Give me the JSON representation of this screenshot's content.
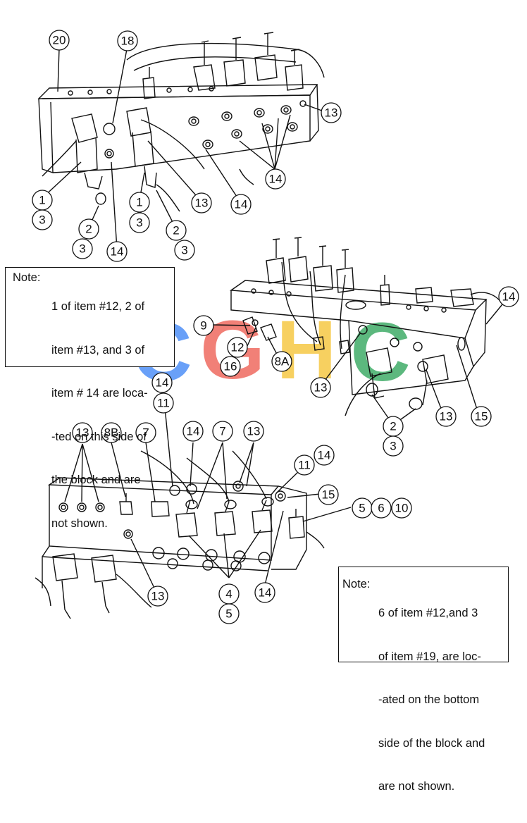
{
  "watermark": {
    "letters": [
      "C",
      "G",
      "H",
      "C"
    ],
    "colors": [
      "#4f8ff7",
      "#ee6a5f",
      "#f6c844",
      "#3fab67"
    ]
  },
  "callouts": [
    "20",
    "18",
    "13",
    "14",
    "1",
    "3",
    "2",
    "3",
    "14",
    "1",
    "3",
    "13",
    "2",
    "3",
    "14",
    "14",
    "9",
    "12",
    "16",
    "8A",
    "13",
    "13",
    "2",
    "3",
    "15",
    "14",
    "11",
    "13",
    "8B",
    "7",
    "14",
    "7",
    "13",
    "11",
    "14",
    "15",
    "5",
    "6",
    "10",
    "4",
    "5",
    "13",
    "14"
  ],
  "notes": {
    "note1": {
      "head": "Note:",
      "lines": [
        "1 of item #12, 2 of",
        "item #13, and 3 of",
        "item # 14 are loca-",
        "-ted on this side of",
        "the block and are",
        "not shown."
      ]
    },
    "note2": {
      "head": "Note:",
      "lines": [
        "6 of item #12,and 3",
        "of item #19, are loc-",
        "-ated on the bottom",
        "side of the block and",
        "are not shown."
      ]
    }
  }
}
